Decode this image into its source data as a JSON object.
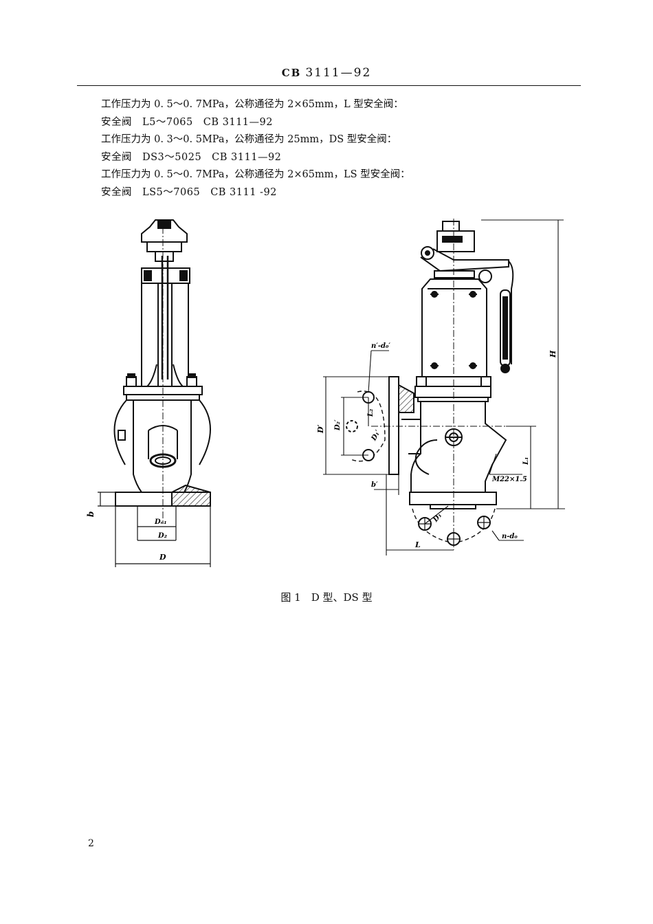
{
  "header": {
    "code_prefix": "CB",
    "code_number": "3111—92"
  },
  "body_lines": [
    "工作压力为 0. 5～0. 7MPa，公称通径为 2×65mm，L 型安全阀：",
    "安全阀　L5～7065　CB 3111—92",
    "工作压力为 0. 3～0. 5MPa，公称通径为 25mm，DS 型安全阀：",
    "安全阀　DS3～5025　CB 3111—92",
    "工作压力为 0. 5～0. 7MPa，公称通径为 2×65mm，LS 型安全阀：",
    "安全阀　LS5～7065　CB 3111 -92"
  ],
  "figure": {
    "left_labels": {
      "b": "b",
      "dn1": "Dₙ₁",
      "d2": "D₂",
      "d": "D"
    },
    "right_labels": {
      "n_prime_d": "n′-d₀′",
      "d_prime": "D′",
      "d2_prime": "D₂′",
      "l2": "L₂",
      "d1_prime": "D₁′",
      "b_prime": "b′",
      "h": "H",
      "l1": "L₁",
      "m22": "M22×1.5",
      "d1": "D₁",
      "l": "L",
      "n_d": "n-d₀"
    },
    "caption": "图 1　D 型、DS 型"
  },
  "page_number": "2"
}
